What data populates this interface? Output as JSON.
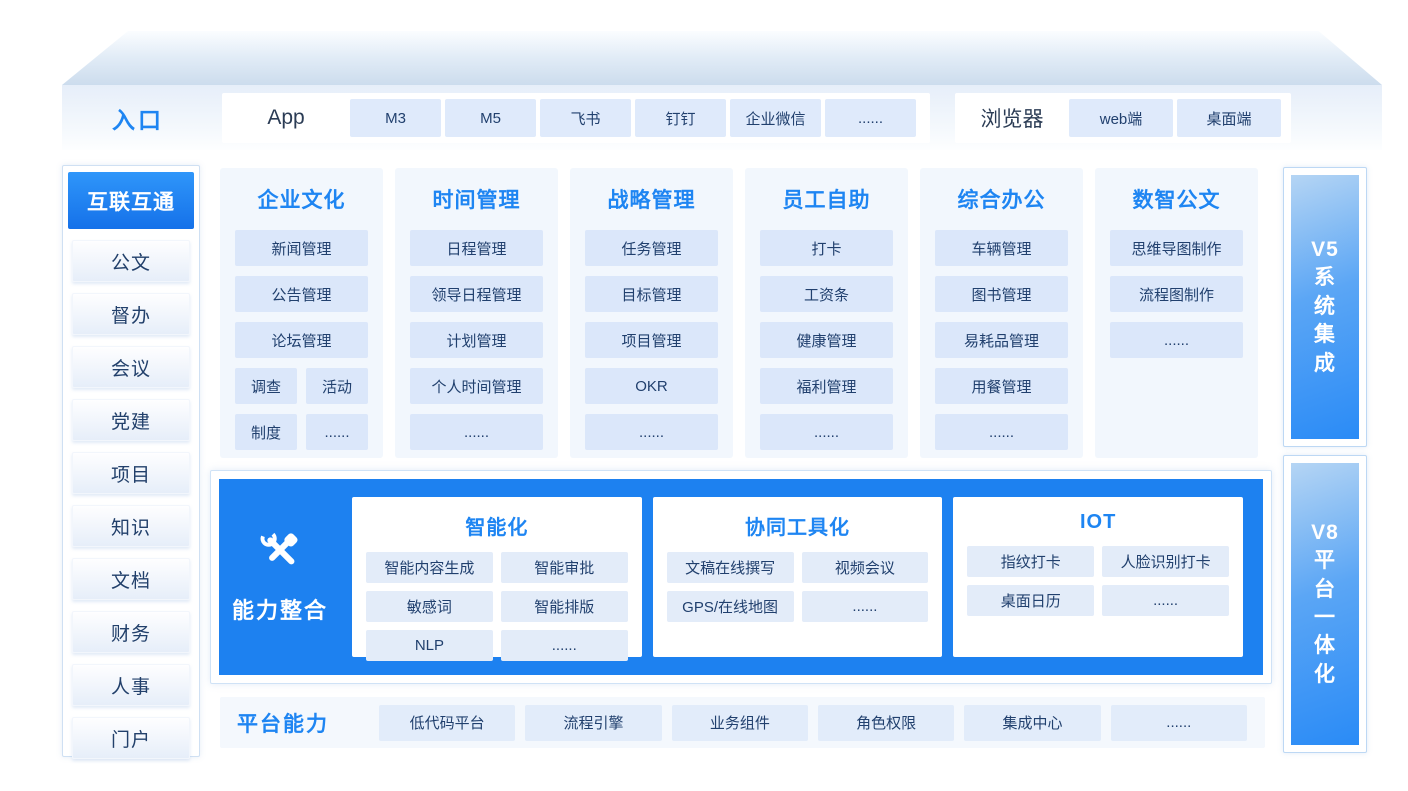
{
  "colors": {
    "accent": "#1e85f2",
    "chip_bg": "#dbe7fa",
    "chip_text": "#21406e",
    "band_blue": "#1d81f0"
  },
  "entry": {
    "label": "入口",
    "app_group": {
      "label": "App",
      "chips": [
        "M3",
        "M5",
        "飞书",
        "钉钉",
        "企业微信",
        "......"
      ]
    },
    "browser_group": {
      "label": "浏览器",
      "chips": [
        "web端",
        "桌面端"
      ]
    }
  },
  "sidebar": {
    "active": "互联互通",
    "items": [
      "公文",
      "督办",
      "会议",
      "党建",
      "项目",
      "知识",
      "文档",
      "财务",
      "人事",
      "门户"
    ]
  },
  "columns": [
    {
      "title": "企业文化",
      "items": [
        "新闻管理",
        "公告管理",
        "论坛管理"
      ],
      "half_rows": [
        [
          "调查",
          "活动"
        ],
        [
          "制度",
          "......"
        ]
      ]
    },
    {
      "title": "时间管理",
      "items": [
        "日程管理",
        "领导日程管理",
        "计划管理",
        "个人时间管理",
        "......"
      ]
    },
    {
      "title": "战略管理",
      "items": [
        "任务管理",
        "目标管理",
        "项目管理",
        "OKR",
        "......"
      ]
    },
    {
      "title": "员工自助",
      "items": [
        "打卡",
        "工资条",
        "健康管理",
        "福利管理",
        "......"
      ]
    },
    {
      "title": "综合办公",
      "items": [
        "车辆管理",
        "图书管理",
        "易耗品管理",
        "用餐管理",
        "......"
      ]
    },
    {
      "title": "数智公文",
      "items": [
        "思维导图制作",
        "流程图制作",
        "......"
      ]
    }
  ],
  "capability": {
    "label": "能力整合",
    "icon": "tools-icon",
    "groups": [
      {
        "title": "智能化",
        "items": [
          "智能内容生成",
          "智能审批",
          "敏感词",
          "智能排版",
          "NLP",
          "......"
        ]
      },
      {
        "title": "协同工具化",
        "items": [
          "文稿在线撰写",
          "视频会议",
          "GPS/在线地图",
          "......"
        ]
      },
      {
        "title": "IOT",
        "items": [
          "指纹打卡",
          "人脸识别打卡",
          "桌面日历",
          "......"
        ]
      }
    ]
  },
  "platform": {
    "label": "平台能力",
    "chips": [
      "低代码平台",
      "流程引擎",
      "业务组件",
      "角色权限",
      "集成中心",
      "......"
    ]
  },
  "right_bars": [
    {
      "name": "V5系统集成",
      "lines": [
        "V5",
        "系",
        "统",
        "集",
        "成"
      ]
    },
    {
      "name": "V8平台一体化",
      "lines": [
        "V8",
        "平",
        "台",
        "一",
        "体",
        "化"
      ]
    }
  ]
}
